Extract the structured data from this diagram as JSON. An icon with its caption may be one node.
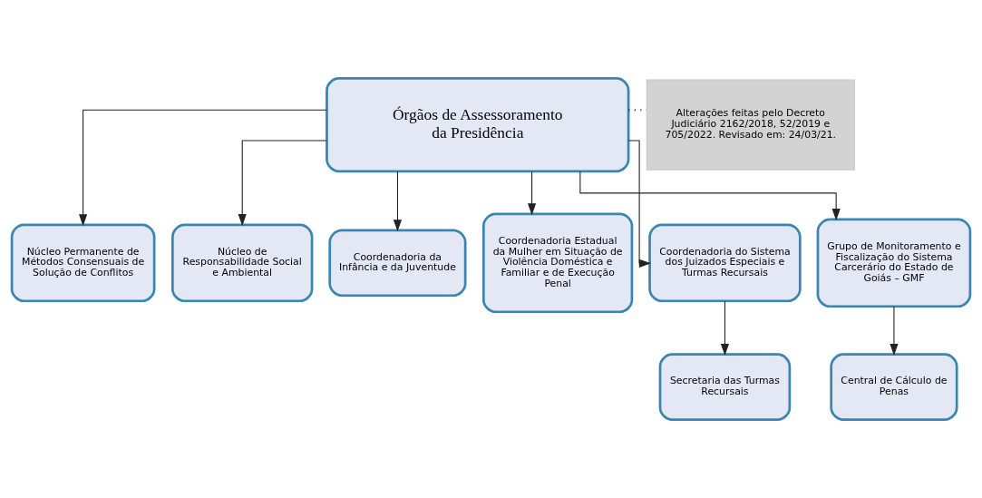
{
  "diagram": {
    "nodes": [
      {
        "text": [
          "Órgãos de Assessoramento da Presidência"
        ]
      },
      {
        "text": [
          "Alterações feitas pelo Decreto Judiciário 2162/2018, 52/2019 e 705/2022. Revisado em: 24/03/21."
        ]
      },
      {
        "text": [
          "Núcleo Permanente de Métodos Consensuais de Solução de Conflitos"
        ]
      },
      {
        "text": [
          "Núcleo de Responsabilidade Social e Ambiental"
        ]
      },
      {
        "text": [
          "Coordenadoria da Infância e da Juventude"
        ]
      },
      {
        "text": [
          "Coordenadoria Estadual da Mulher em Situação de Violência Doméstica e Familiar e de Execução Penal"
        ]
      },
      {
        "text": [
          "Coordenadoria do Sistema dos Juizados Especiais e Turmas Recursais"
        ]
      },
      {
        "text": [
          "Grupo de Monitoramento e Fiscalização do Sistema Carcerário do Estado de Goiás – GMF"
        ]
      },
      {
        "text": [
          "Secretaria das Turmas Recursais"
        ]
      },
      {
        "text": [
          "Central de Cálculo de Penas"
        ]
      }
    ],
    "edges": [
      {
        "from": 0,
        "to": 1,
        "arrow": "none",
        "style": "dashed"
      },
      {
        "from": 0,
        "to": 2,
        "arrow": "to"
      },
      {
        "from": 0,
        "to": 3,
        "arrow": "to"
      },
      {
        "from": 0,
        "to": 4,
        "arrow": "to"
      },
      {
        "from": 0,
        "to": 5,
        "arrow": "to"
      },
      {
        "from": 0,
        "to": 6,
        "arrow": "to"
      },
      {
        "from": 0,
        "to": 7,
        "arrow": "to"
      },
      {
        "from": 6,
        "to": 8,
        "arrow": "to"
      },
      {
        "from": 7,
        "to": 9,
        "arrow": "to"
      }
    ]
  }
}
